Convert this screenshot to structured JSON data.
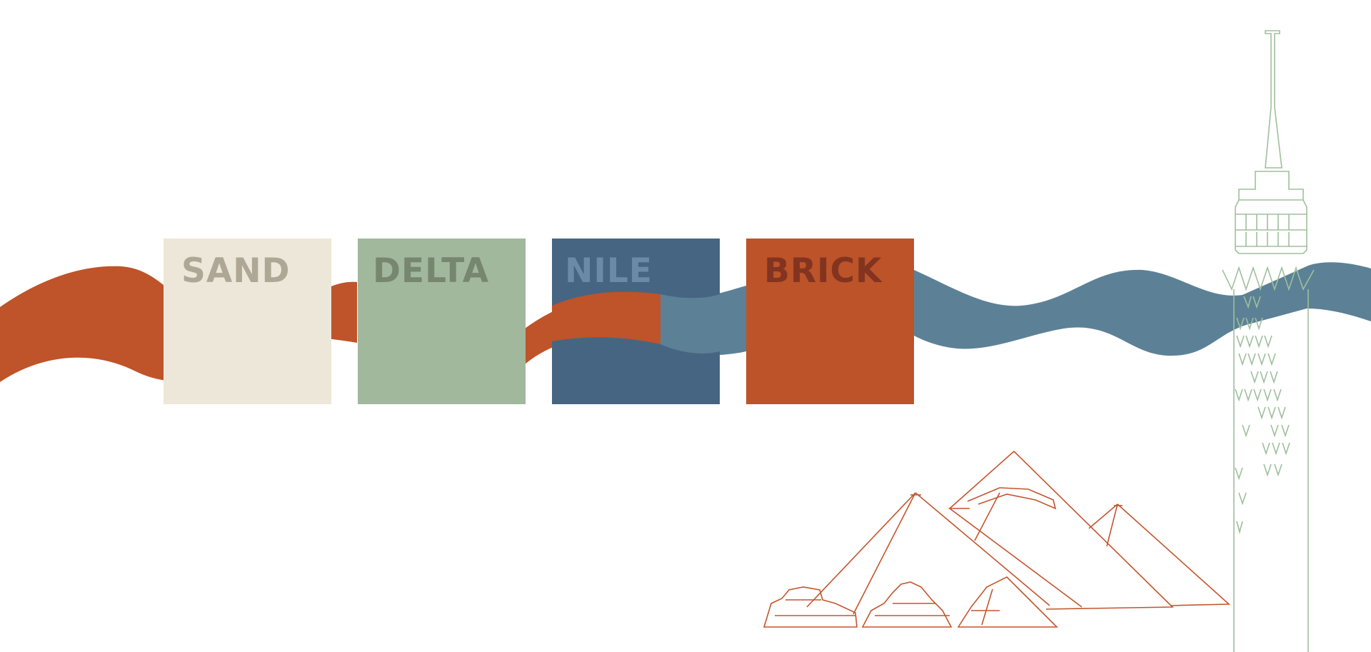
{
  "swatches": [
    {
      "label": "SAND",
      "fill": "#ede7da",
      "text_color": "#aea795"
    },
    {
      "label": "DELTA",
      "fill": "#a1b89c",
      "text_color": "#77876f"
    },
    {
      "label": "NILE",
      "fill": "#466582",
      "text_color": "#6a8aa7"
    },
    {
      "label": "BRICK",
      "fill": "#bd5329",
      "text_color": "#823420"
    }
  ],
  "colors": {
    "river_red": "#bf5329",
    "river_blue": "#5c8196",
    "tower_outline": "#9fbf9c",
    "pyramid_outline": "#c4552e",
    "background": "#ffffff"
  },
  "illustrations": {
    "river": "wavy-river-ribbon",
    "pyramids": "pyramids-of-giza-line-art",
    "tower": "cairo-tower-line-art"
  }
}
